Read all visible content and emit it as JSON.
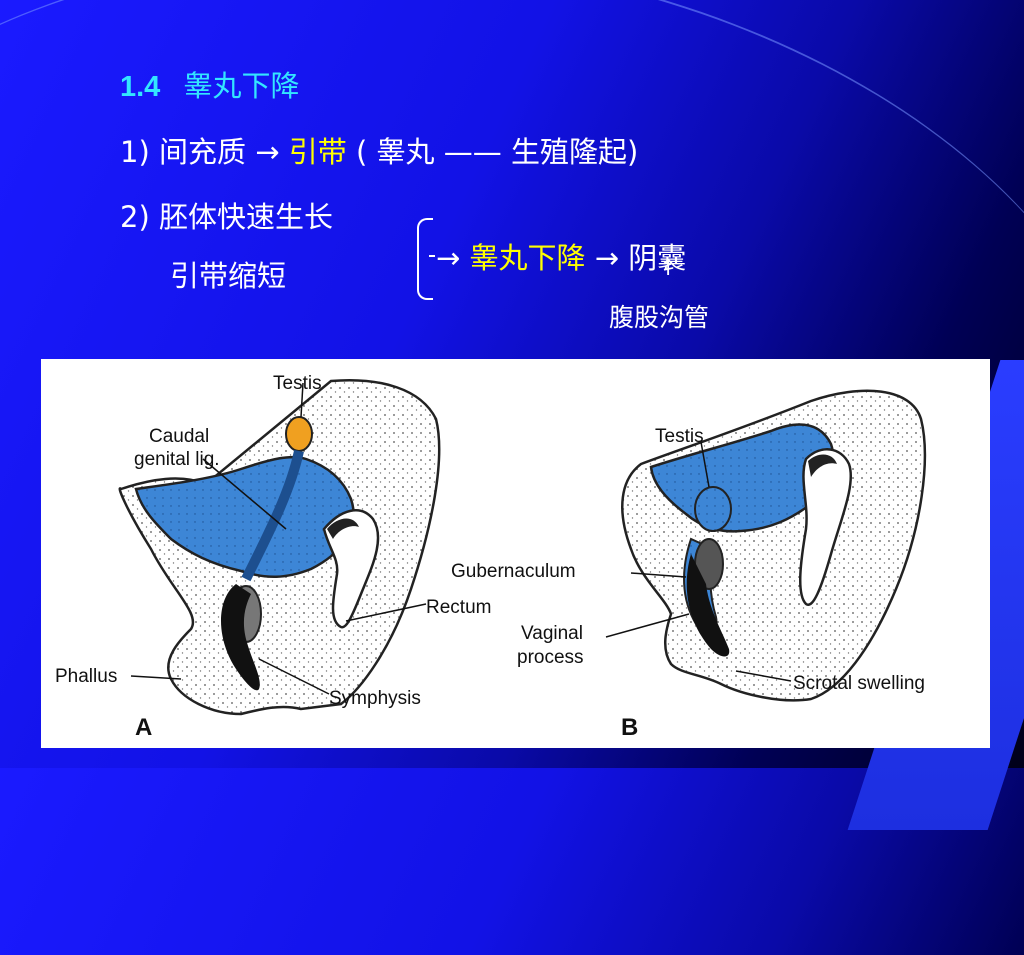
{
  "slide": {
    "heading": {
      "number": "1.4",
      "title": "睾丸下降"
    },
    "line1": {
      "prefix": "1) 间充质 →",
      "highlight": "引带",
      "suffix": "( 睾丸 —— 生殖隆起)"
    },
    "line2": {
      "text": "2) 胚体快速生长"
    },
    "line3": {
      "text": "引带缩短"
    },
    "result": {
      "arrow": "→",
      "highlight": "睾丸下降",
      "suffix": "→ 阴囊"
    },
    "note": {
      "arrow": "↑",
      "text": "腹股沟管"
    }
  },
  "figure": {
    "panel_a": {
      "letter": "A",
      "labels": {
        "testis": "Testis",
        "caudal1": "Caudal",
        "caudal2": "genital lig.",
        "rectum": "Rectum",
        "phallus": "Phallus",
        "symphysis": "Symphysis"
      }
    },
    "panel_b": {
      "letter": "B",
      "labels": {
        "testis": "Testis",
        "gubernaculum": "Gubernaculum",
        "vaginal1": "Vaginal",
        "vaginal2": "process",
        "scrotal": "Scrotal swelling"
      }
    },
    "colors": {
      "peritoneum": "#3d86d6",
      "testis_a": "#f0a020",
      "dark": "#222222"
    }
  }
}
